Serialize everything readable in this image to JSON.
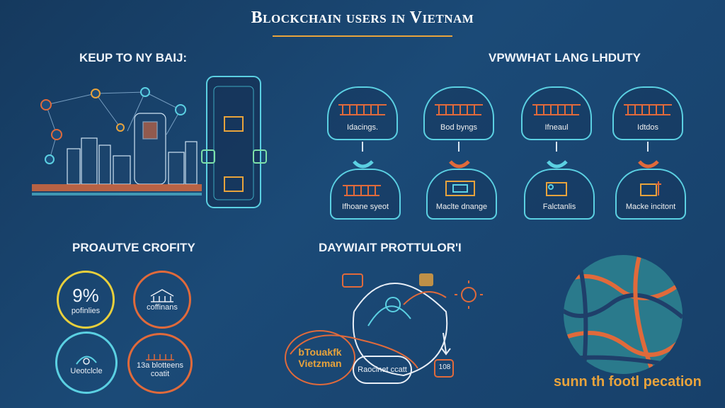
{
  "header": {
    "title": "Blockchain users in Vietnam"
  },
  "sections": {
    "top_left": "KEUP TO NY BAIJ:",
    "top_right": "VPWWHAT LANG LHDUTY",
    "bottom_left": "PROAUTVE CROFITY",
    "bottom_middle": "DAYWIAIT PROTTULOR'I"
  },
  "top_cards": [
    {
      "label": "Idacings."
    },
    {
      "label": "Bod byngs"
    },
    {
      "label": "Ifneaul"
    },
    {
      "label": "Idtdos"
    }
  ],
  "bottom_cards": [
    {
      "label": "Ifhoane syeot"
    },
    {
      "label": "Maclte dnange"
    },
    {
      "label": "Falctanlis"
    },
    {
      "label": "Macke incitont"
    }
  ],
  "stat_circles": [
    {
      "value": "9%",
      "label": "pofinlies"
    },
    {
      "label": "coffinans"
    },
    {
      "label": "Ueotclcle"
    },
    {
      "label": "13a blotteens",
      "sub": "coatit"
    }
  ],
  "flow": {
    "left_label_line1": "bTouakfk",
    "left_label_line2": "Vietzman",
    "right_label": "Raoclnet ccatt",
    "bag_label": "108"
  },
  "footer": {
    "caption": "sunn th footl pecation"
  },
  "colors": {
    "accent": "#e8a33c",
    "cyan": "#5bd0e2",
    "orange": "#e06a3b",
    "background": "#1b4a77"
  }
}
